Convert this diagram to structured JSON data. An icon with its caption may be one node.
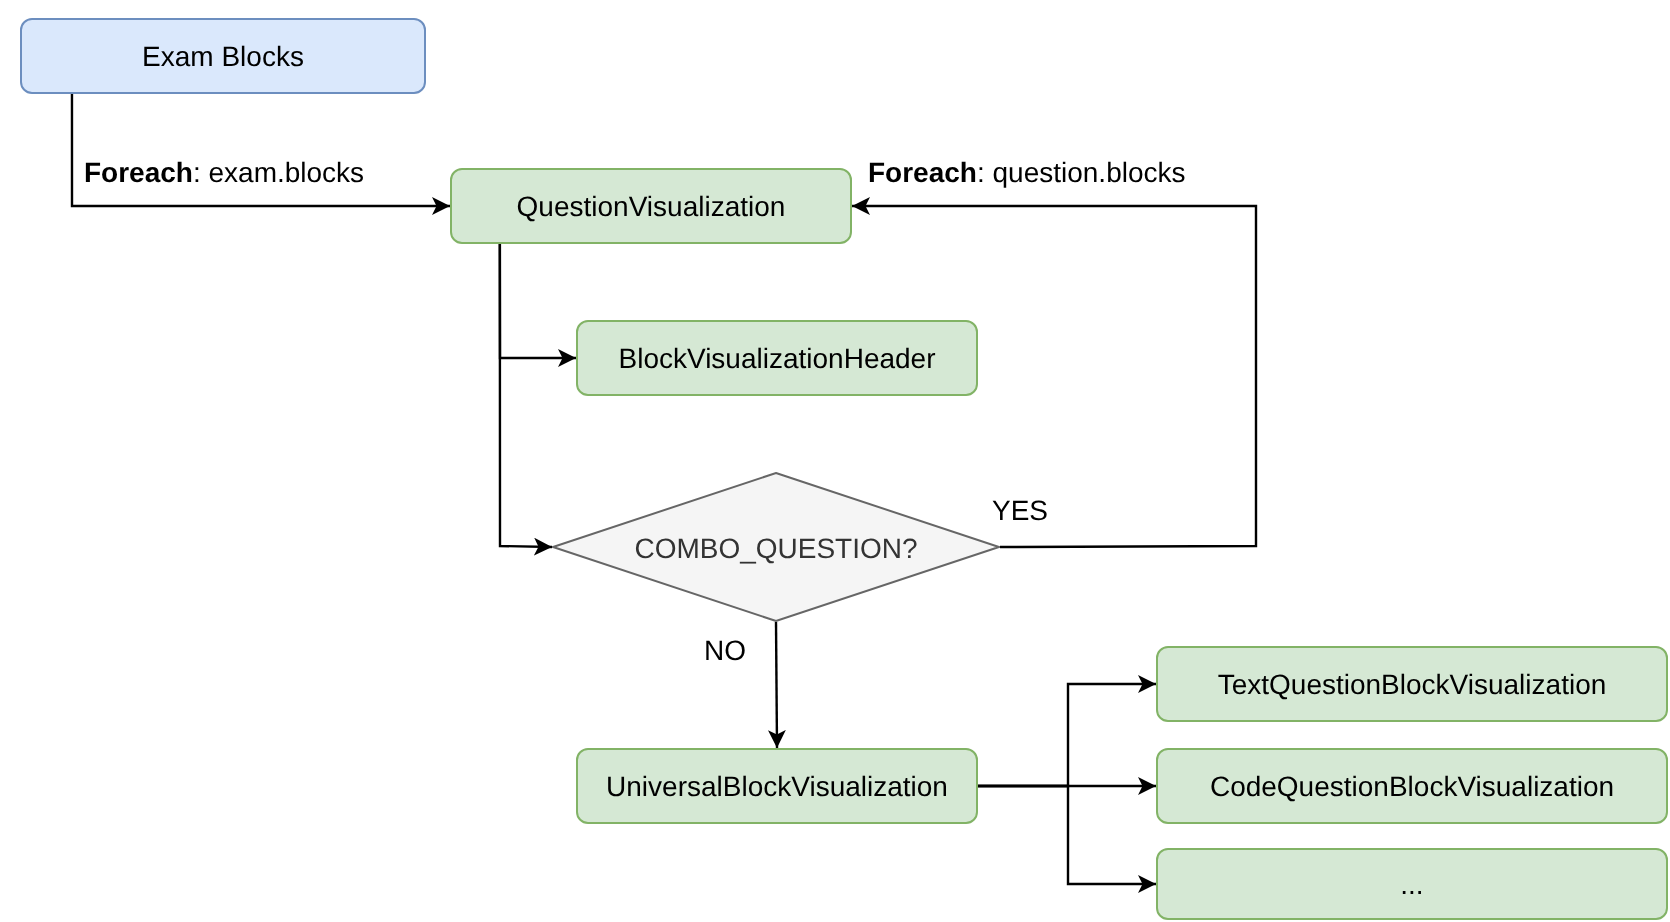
{
  "diagram": {
    "nodes": [
      {
        "text": [
          "Exam Blocks"
        ]
      },
      {
        "text": [
          "QuestionVisualization"
        ]
      },
      {
        "text": [
          "BlockVisualizationHeader"
        ]
      },
      {
        "text": [
          "COMBO_QUESTION?"
        ]
      },
      {
        "text": [
          "UniversalBlockVisualization"
        ]
      },
      {
        "text": [
          "TextQuestionBlockVisualization"
        ]
      },
      {
        "text": [
          "CodeQuestionBlockVisualization"
        ]
      },
      {
        "text": [
          "..."
        ]
      }
    ],
    "edges": [
      {
        "from": 0,
        "to": 1,
        "arrow": "to",
        "label": "**Foreach**: exam.blocks"
      },
      {
        "from": 1,
        "to": 2,
        "arrow": "to"
      },
      {
        "from": 1,
        "to": 3,
        "arrow": "to"
      },
      {
        "from": 3,
        "to": 1,
        "arrow": "to",
        "label": "YES"
      },
      {
        "from": 3,
        "to": 4,
        "arrow": "to",
        "label": "NO"
      },
      {
        "from": 4,
        "to": 5,
        "arrow": "to"
      },
      {
        "from": 4,
        "to": 6,
        "arrow": "to"
      },
      {
        "from": 4,
        "to": 7,
        "arrow": "to"
      }
    ],
    "labels": [
      "**Foreach**: question.blocks"
    ]
  }
}
